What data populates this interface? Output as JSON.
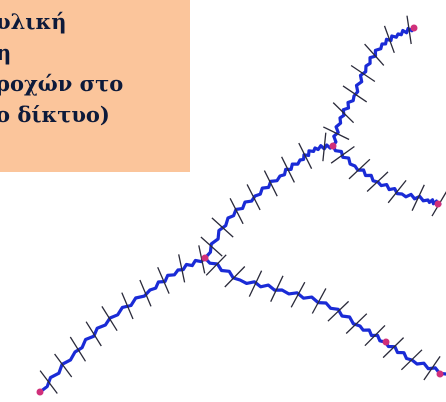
{
  "caption": {
    "lines": [
      "υλική",
      "η",
      "ροχών στο",
      "ο δίκτυο)"
    ]
  },
  "colors": {
    "caption_background": "#fbc59b",
    "channel": "#1a2bd6",
    "node": "#d0307a",
    "cross_section": "#2a2a3a"
  }
}
